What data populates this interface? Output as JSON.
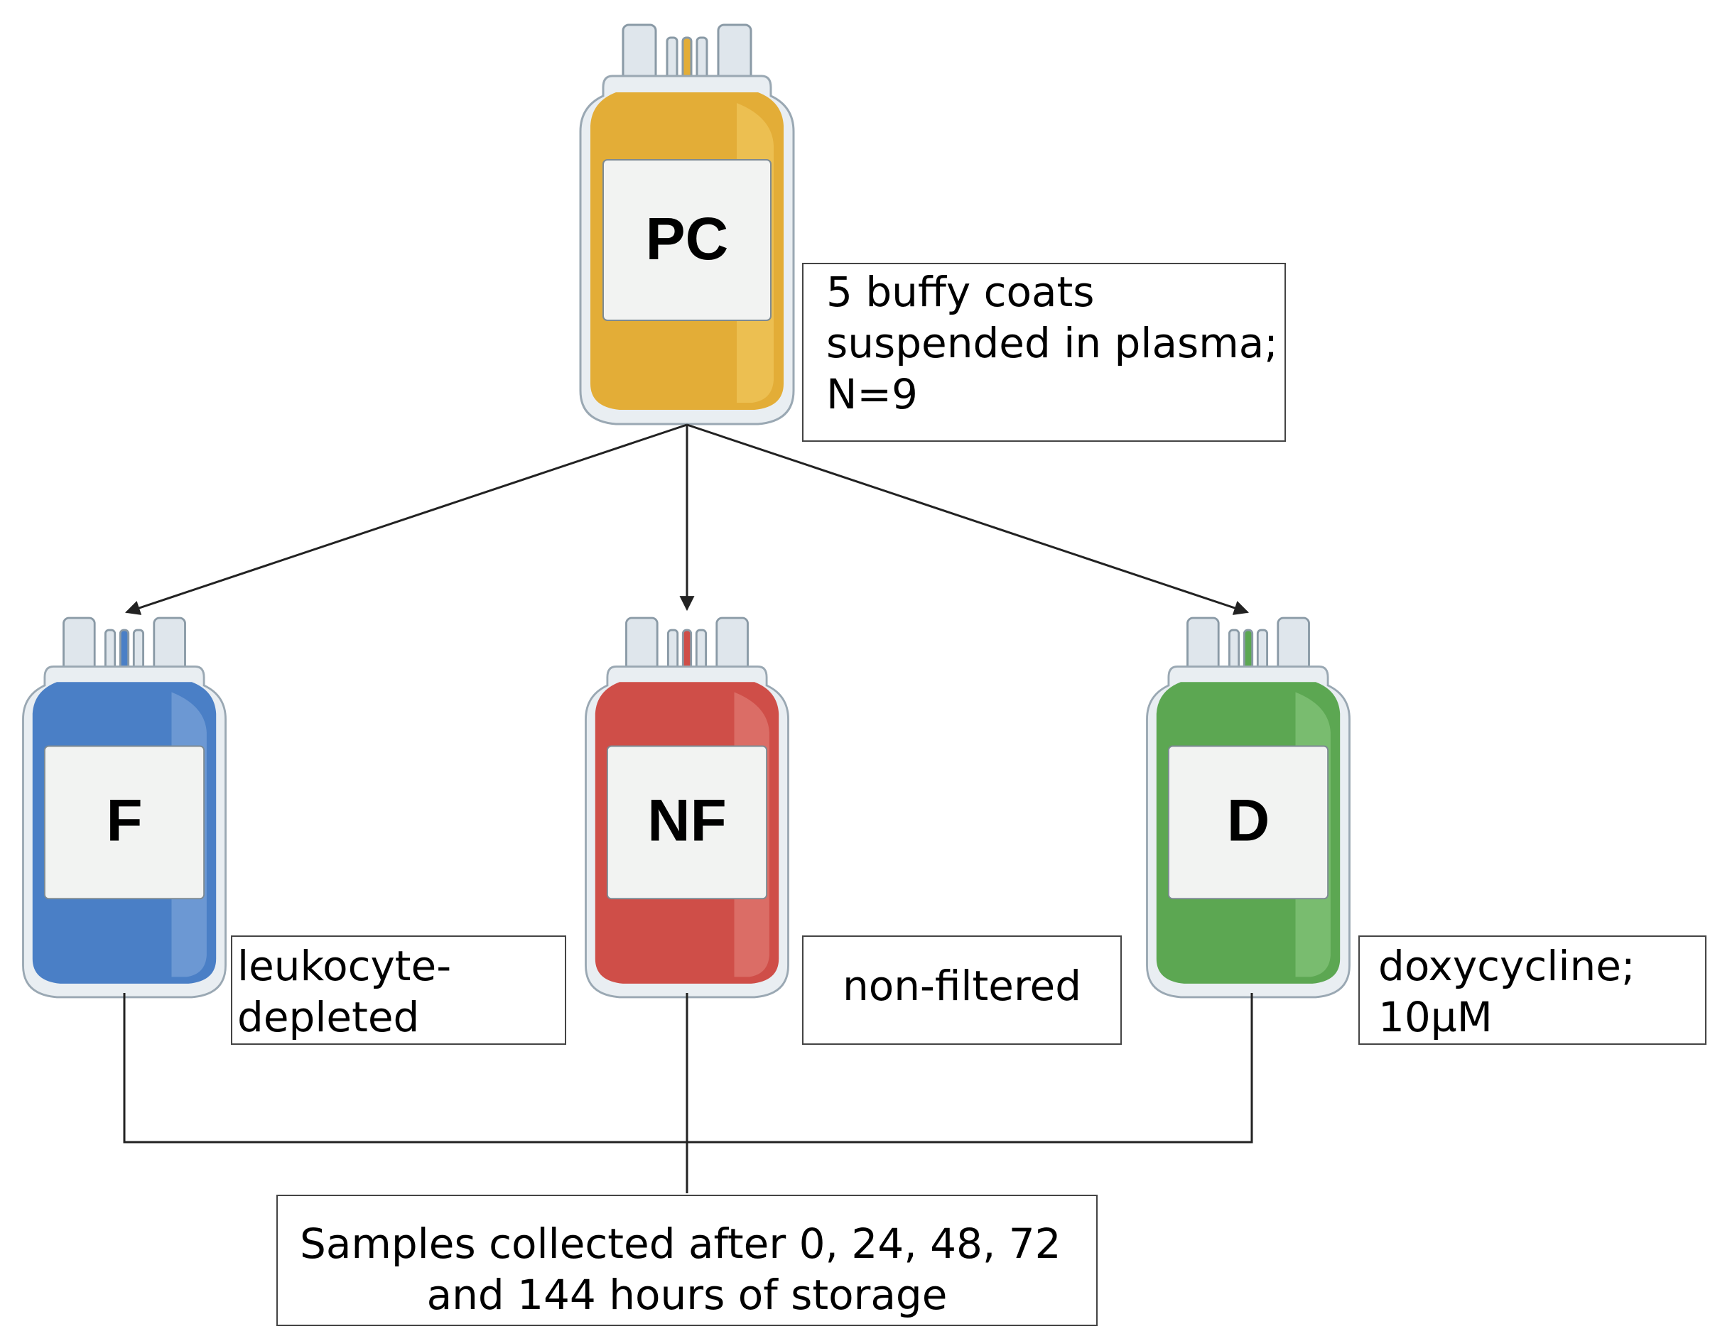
{
  "bags": [
    {
      "id": "pc",
      "label": "PC",
      "color": "#e3ad37",
      "highlight": "#f0c65c"
    },
    {
      "id": "f",
      "label": "F",
      "color": "#4a7fc6",
      "highlight": "#7aa2d8"
    },
    {
      "id": "nf",
      "label": "NF",
      "color": "#cf4e48",
      "highlight": "#e07a74"
    },
    {
      "id": "d",
      "label": "D",
      "color": "#5ca752",
      "highlight": "#86c47c"
    }
  ],
  "notes": {
    "pc": [
      "5 buffy coats",
      "suspended in plasma;",
      "N=9"
    ],
    "f": [
      "leukocyte-",
      "depleted"
    ],
    "nf": [
      "non-filtered"
    ],
    "d": [
      "doxycycline;",
      "10µM"
    ],
    "samples": [
      "Samples collected after 0, 24, 48, 72",
      "and 144 hours of storage"
    ]
  }
}
